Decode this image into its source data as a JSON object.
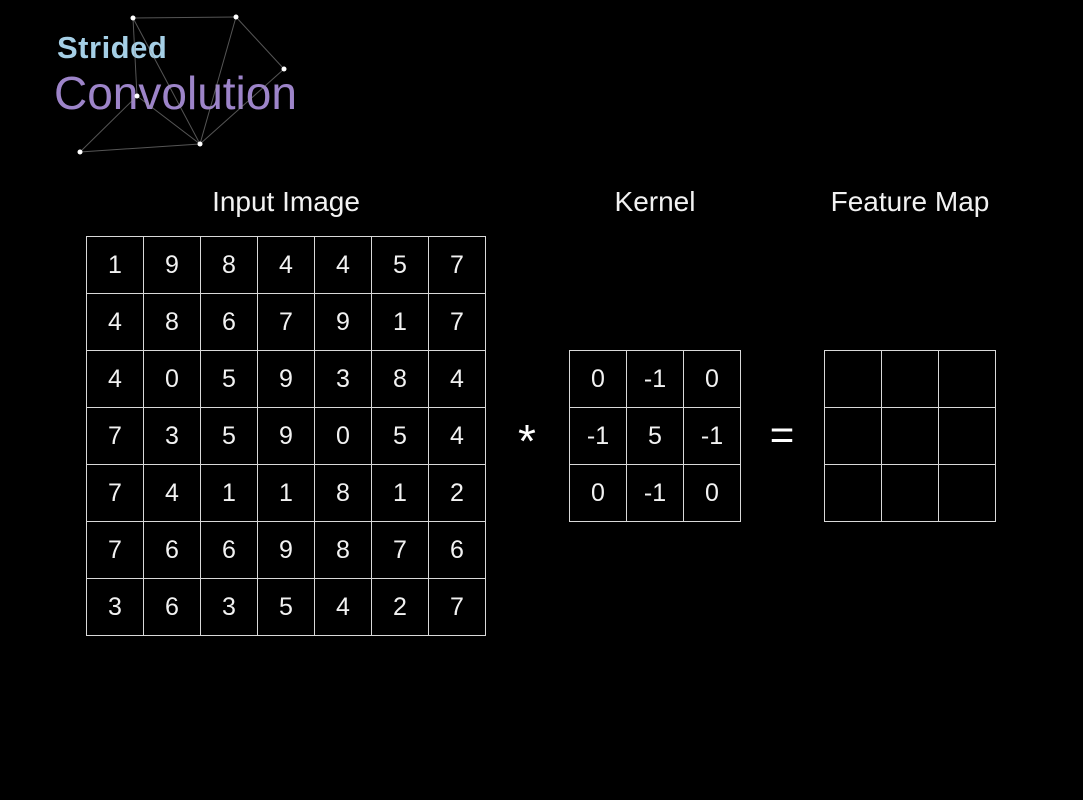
{
  "title": {
    "strided": "Strided",
    "convolution": "Convolution"
  },
  "sections": {
    "input": {
      "label": "Input Image",
      "values": [
        [
          1,
          9,
          8,
          4,
          4,
          5,
          7
        ],
        [
          4,
          8,
          6,
          7,
          9,
          1,
          7
        ],
        [
          4,
          0,
          5,
          9,
          3,
          8,
          4
        ],
        [
          7,
          3,
          5,
          9,
          0,
          5,
          4
        ],
        [
          7,
          4,
          1,
          1,
          8,
          1,
          2
        ],
        [
          7,
          6,
          6,
          9,
          8,
          7,
          6
        ],
        [
          3,
          6,
          3,
          5,
          4,
          2,
          7
        ]
      ]
    },
    "kernel": {
      "label": "Kernel",
      "values": [
        [
          0,
          -1,
          0
        ],
        [
          -1,
          5,
          -1
        ],
        [
          0,
          -1,
          0
        ]
      ]
    },
    "feature_map": {
      "label": "Feature Map",
      "values": [
        [
          "",
          "",
          ""
        ],
        [
          "",
          "",
          ""
        ],
        [
          "",
          "",
          ""
        ]
      ]
    }
  },
  "operators": {
    "convolution": "*",
    "equals": "="
  },
  "colors": {
    "background": "#000000",
    "title_accent": "#a5cfe6",
    "title_main": "#9d84c9",
    "grid_line": "#d9d9d9",
    "cell_text": "#f2f2f2",
    "label_text": "#f2f2f2",
    "operator": "#ffffff"
  }
}
